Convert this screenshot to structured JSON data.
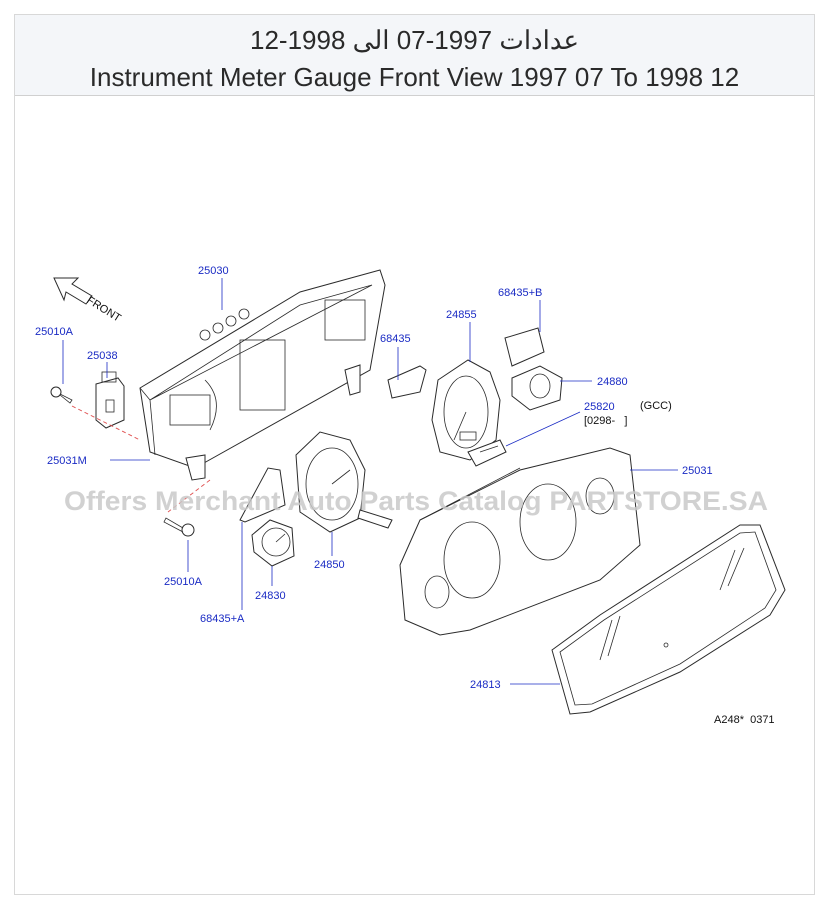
{
  "header": {
    "title_ar": "عدادات 1997-07 الى 1998-12",
    "title_en": "Instrument Meter Gauge Front View 1997 07 To 1998 12"
  },
  "diagram": {
    "front_label": "FRONT",
    "watermark": "Offers Merchant Auto Parts Catalog PARTSTORE.SA",
    "code": "A248*  0371",
    "gcc_note": "(GCC)",
    "date_note": "[0298-   ]",
    "parts": {
      "p25030": "25030",
      "p25010A_top": "25010A",
      "p25038": "25038",
      "p25031M": "25031M",
      "p25010A_bottom": "25010A",
      "p68435": "68435",
      "p68435B": "68435+B",
      "p24855": "24855",
      "p24880": "24880",
      "p25820": "25820",
      "p25031": "25031",
      "p24850": "24850",
      "p24830": "24830",
      "p68435A": "68435+A",
      "p24813": "24813"
    }
  }
}
